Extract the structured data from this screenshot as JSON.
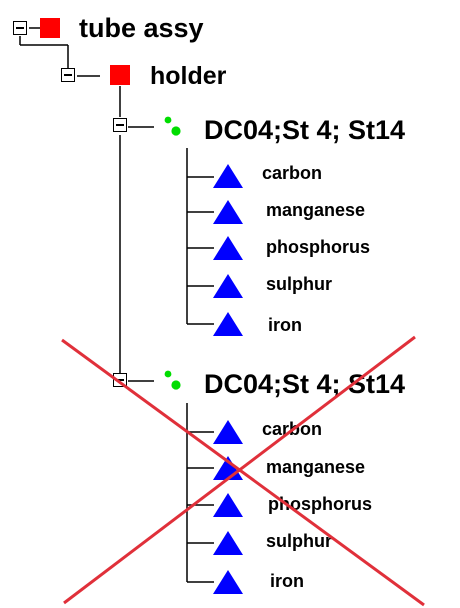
{
  "tree": {
    "root": {
      "label": "tube assy",
      "icon": "red-square-icon",
      "expanded": true
    },
    "holder": {
      "label": "holder",
      "icon": "red-square-icon",
      "expanded": true
    },
    "groups": [
      {
        "label": "DC04;St 4; St14",
        "icon": "green-dots-icon",
        "expanded": true,
        "crossed_out": false,
        "elements": [
          "carbon",
          "manganese",
          "phosphorus",
          "sulphur",
          "iron"
        ]
      },
      {
        "label": "DC04;St 4; St14",
        "icon": "green-dots-icon",
        "expanded": true,
        "crossed_out": true,
        "elements": [
          "carbon",
          "manganese",
          "phosphorus",
          "sulphur",
          "iron"
        ]
      }
    ]
  },
  "colors": {
    "square": "#ff0000",
    "dots": "#00dd00",
    "triangle": "#0000ff",
    "cross": "#e0303a"
  }
}
